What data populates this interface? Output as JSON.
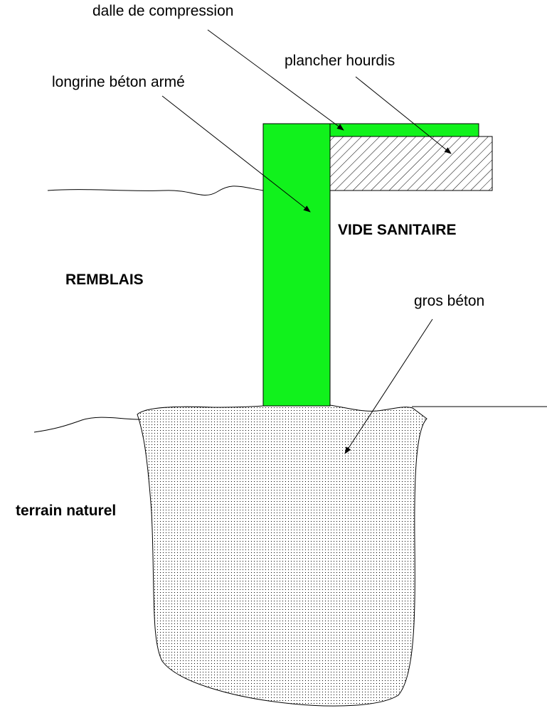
{
  "labels": {
    "dalle": "dalle de compression",
    "plancher": "plancher hourdis",
    "longrine": "longrine béton armé",
    "vide": "VIDE SANITAIRE",
    "remblais": "REMBLAIS",
    "gros_beton": "gros béton",
    "terrain": "terrain naturel"
  },
  "colors": {
    "concrete_green": "#11f21c",
    "outline": "#000000",
    "background": "#ffffff"
  }
}
